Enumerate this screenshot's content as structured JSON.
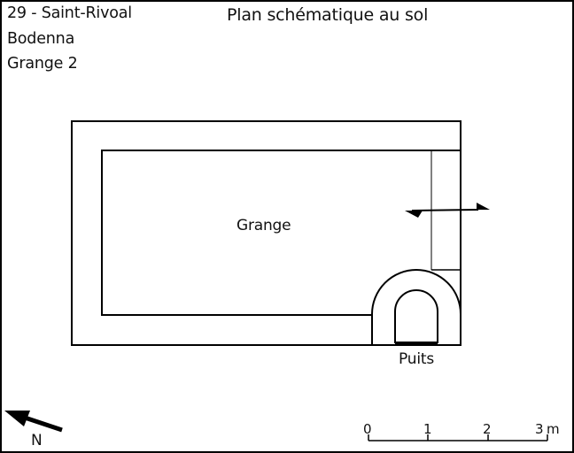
{
  "header": {
    "location_line1": "29 - Saint-Rivoal",
    "location_line2": "Bodenna",
    "location_line3": "Grange 2",
    "title": "Plan schématique au sol"
  },
  "plan": {
    "room_label": "Grange",
    "well_label": "Puits",
    "stroke_color": "#000000"
  },
  "north_arrow": {
    "label": "N"
  },
  "scale_bar": {
    "ticks": [
      "0",
      "1",
      "2",
      "3"
    ],
    "unit": "m"
  }
}
